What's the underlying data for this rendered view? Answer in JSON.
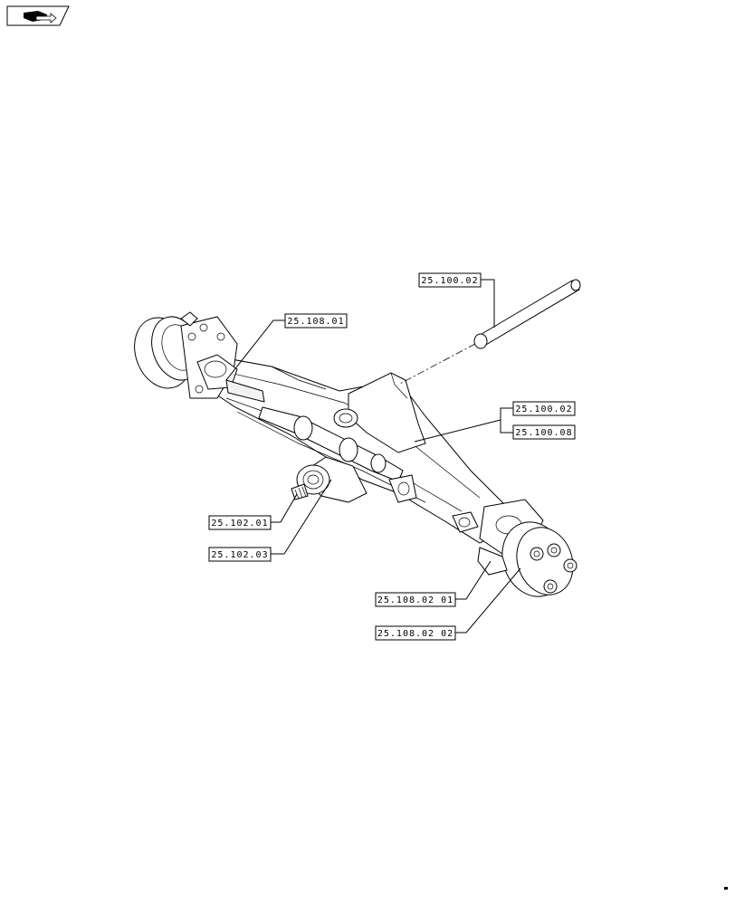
{
  "callouts": [
    {
      "id": "c1",
      "label": "25.100.02"
    },
    {
      "id": "c2",
      "label": "25.108.01"
    },
    {
      "id": "c3",
      "label": "25.100.02"
    },
    {
      "id": "c4",
      "label": "25.100.08"
    },
    {
      "id": "c5",
      "label": "25.102.01"
    },
    {
      "id": "c6",
      "label": "25.102.03"
    },
    {
      "id": "c7",
      "label": "25.108.02 01"
    },
    {
      "id": "c8",
      "label": "25.108.02 02"
    }
  ],
  "icons": {
    "nav": "page-flip-arrow-icon"
  }
}
